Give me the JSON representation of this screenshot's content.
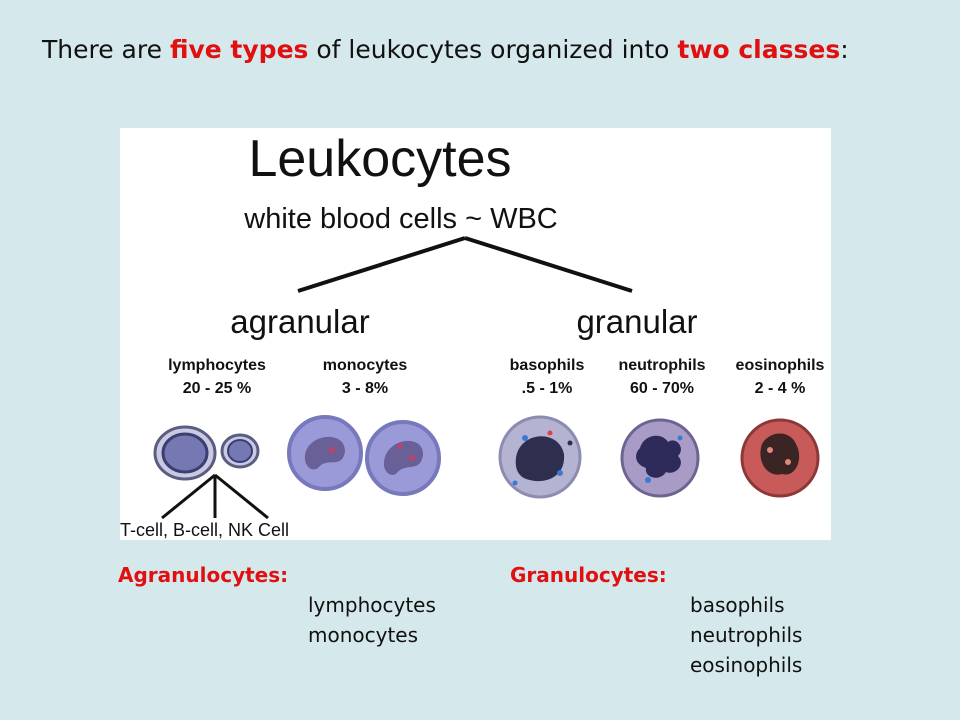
{
  "intro": {
    "t1": "There are ",
    "t2": "five types",
    "t3": " of leukocytes organized into ",
    "t4": "two classes",
    "t5": ":"
  },
  "figure": {
    "title": "Leukocytes",
    "subtitle": "white blood cells ~ WBC",
    "classes": {
      "agranular": "agranular",
      "granular": "granular"
    },
    "cells": [
      {
        "name": "lymphocytes",
        "percent": "20 - 25 %"
      },
      {
        "name": "monocytes",
        "percent": "3 - 8%"
      },
      {
        "name": "basophils",
        "percent": ".5 - 1%"
      },
      {
        "name": "neutrophils",
        "percent": "60 - 70%"
      },
      {
        "name": "eosinophils",
        "percent": "2 - 4 %"
      }
    ],
    "lymph_subtypes": "T-cell, B-cell, NK Cell"
  },
  "agranulocytes": {
    "heading": "Agranulocytes:",
    "items": [
      "lymphocytes",
      "monocytes"
    ]
  },
  "granulocytes": {
    "heading": "Granulocytes:",
    "items": [
      "basophils",
      "neutrophils",
      "eosinophils"
    ]
  },
  "colors": {
    "background": "#d5e8ec",
    "highlight": "#e01010",
    "lymphocyte": "#8a8cc8",
    "monocyte": "#9a9ad8",
    "basophil": "#b4b4d2",
    "neutrophil": "#a89cc6",
    "eosinophil": "#c85a5a"
  }
}
